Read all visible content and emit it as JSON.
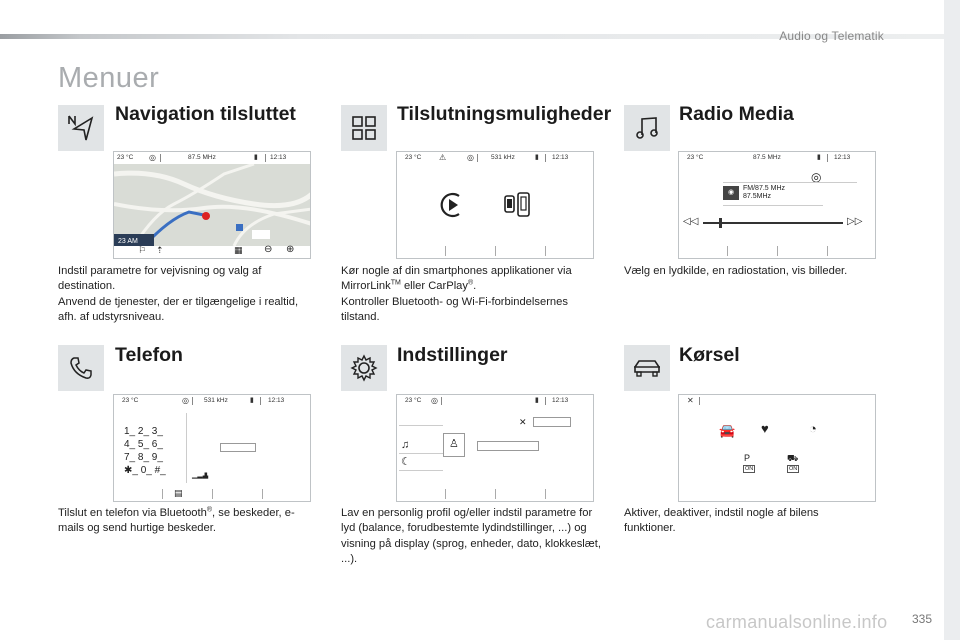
{
  "header": {
    "chapter": "Audio og Telematik",
    "title": "Menuer"
  },
  "sections": {
    "navigation": {
      "title": "Navigation tilsluttet",
      "screen": {
        "temp": "23 °C",
        "freq": "87.5 MHz",
        "time": "12:13",
        "map_time": "23 AM"
      },
      "desc1": "Indstil parametre for vejvisning og valg af destination.",
      "desc2": "Anvend de tjenester, der er tilgængelige i realtid, afh. af udstyrsniveau."
    },
    "connect": {
      "title": "Tilslutningsmuligheder",
      "screen": {
        "temp": "23 °C",
        "freq": "531 kHz",
        "time": "12:13"
      },
      "desc_a": "Kør nogle af din smartphones applikationer via MirrorLink",
      "desc_tm": "TM",
      "desc_b": " eller CarPlay",
      "desc_reg": "®",
      "desc_c": ".",
      "desc2": "Kontroller Bluetooth- og Wi-Fi-forbindelsernes tilstand."
    },
    "radio": {
      "title": "Radio Media",
      "screen": {
        "temp": "23 °C",
        "freq": "87.5 MHz",
        "time": "12:13",
        "station1": "FM/87.5 MHz",
        "station2": "87.5MHz"
      },
      "desc": "Vælg en lydkilde, en radiostation, vis billeder."
    },
    "phone": {
      "title": "Telefon",
      "screen": {
        "temp": "23 °C",
        "freq": "531 kHz",
        "time": "12:13",
        "keys": [
          "1_ 2_ 3_",
          "4_ 5_ 6_",
          "7_ 8_ 9_",
          "✱_ 0_ #_"
        ]
      },
      "desc_a": "Tilslut en telefon via Bluetooth",
      "desc_reg": "®",
      "desc_b": ", se beskeder, e-mails og send hurtige beskeder."
    },
    "settings": {
      "title": "Indstillinger",
      "screen": {
        "temp": "23 °C",
        "time": "12:13"
      },
      "desc": "Lav en personlig profil og/eller indstil parametre for lyd (balance, forudbestemte lydindstillinger, ...) og visning på display (sprog, enheder, dato, klokkeslæt, ...)."
    },
    "driving": {
      "title": "Kørsel",
      "screen": {
        "on1": "ON",
        "on2": "ON"
      },
      "desc": "Aktiver, deaktiver, indstil nogle af bilens funktioner."
    }
  },
  "footer": {
    "page_number": "335",
    "watermark": "carmanualsonline.info"
  }
}
